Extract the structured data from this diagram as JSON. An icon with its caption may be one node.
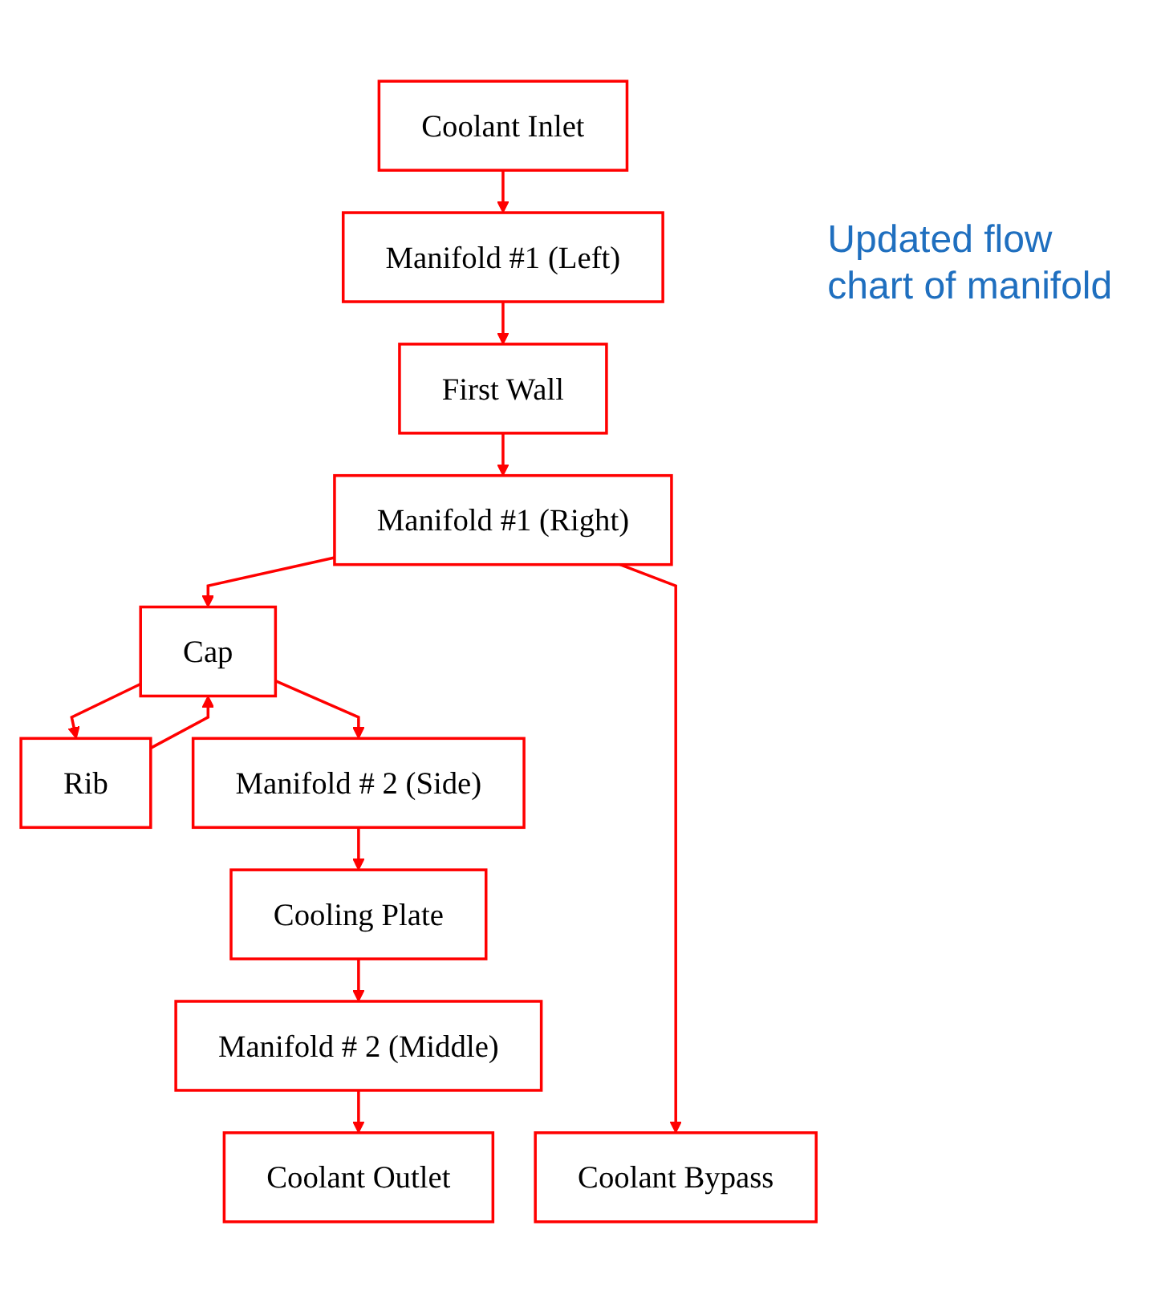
{
  "diagram": {
    "nodes": [
      {
        "text": [
          "Coolant Inlet"
        ]
      },
      {
        "text": [
          "Manifold #1 (Left)"
        ]
      },
      {
        "text": [
          "First Wall"
        ]
      },
      {
        "text": [
          "Manifold #1 (Right)"
        ]
      },
      {
        "text": [
          "Cap"
        ]
      },
      {
        "text": [
          "Rib"
        ]
      },
      {
        "text": [
          "Manifold # 2 (Side)"
        ]
      },
      {
        "text": [
          "Cooling Plate"
        ]
      },
      {
        "text": [
          "Manifold # 2 (Middle)"
        ]
      },
      {
        "text": [
          "Coolant Outlet"
        ]
      },
      {
        "text": [
          "Coolant Bypass"
        ]
      }
    ],
    "edges": [
      {
        "from": 0,
        "to": 1,
        "arrow": "to"
      },
      {
        "from": 1,
        "to": 2,
        "arrow": "to"
      },
      {
        "from": 2,
        "to": 3,
        "arrow": "to"
      },
      {
        "from": 3,
        "to": 4,
        "arrow": "to"
      },
      {
        "from": 4,
        "to": 5,
        "arrow": "to"
      },
      {
        "from": 5,
        "to": 4,
        "arrow": "to"
      },
      {
        "from": 4,
        "to": 6,
        "arrow": "to"
      },
      {
        "from": 6,
        "to": 7,
        "arrow": "to"
      },
      {
        "from": 7,
        "to": 8,
        "arrow": "to"
      },
      {
        "from": 8,
        "to": 9,
        "arrow": "to"
      },
      {
        "from": 3,
        "to": 10,
        "arrow": "to"
      }
    ],
    "labels": [
      "Updated flow chart of manifold"
    ]
  }
}
